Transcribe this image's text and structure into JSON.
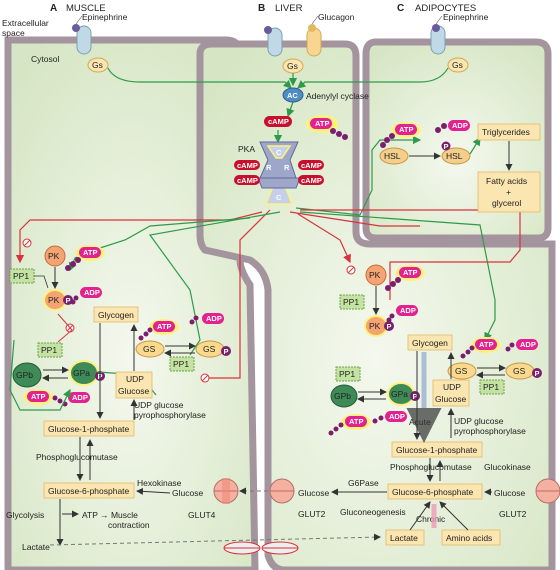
{
  "panels": [
    {
      "letter": "A",
      "title": "MUSCLE"
    },
    {
      "letter": "B",
      "title": "LIVER"
    },
    {
      "letter": "C",
      "title": "ADIPOCYTES"
    }
  ],
  "region_labels": {
    "extracellular": "Extracellular space",
    "extracellular_l1": "Extracellular",
    "extracellular_l2": "space",
    "cytosol": "Cytosol"
  },
  "hormones": {
    "epinephrine": "Epinephrine",
    "glucagon": "Glucagon"
  },
  "signaling": {
    "gs": "Gs",
    "ac": "AC",
    "adenylyl_cyclase": "Adenylyl cyclase",
    "camp": "cAMP",
    "atp": "ATP",
    "adp": "ADP",
    "pka": "PKA",
    "pka_c": "C",
    "pka_r": "R",
    "p": "P"
  },
  "enzymes": {
    "pk": "PK",
    "pp1": "PP1",
    "gs": "GS",
    "gpa": "GPa",
    "gpb": "GPb",
    "hsl": "HSL"
  },
  "adipocyte": {
    "triglycerides": "Triglycerides",
    "fatty_acids": "Fatty acids + glycerol",
    "fa_l1": "Fatty acids",
    "fa_l2": "+",
    "fa_l3": "glycerol"
  },
  "muscle": {
    "glycogen": "Glycogen",
    "udp_glucose_l1": "UDP",
    "udp_glucose_l2": "Glucose",
    "udp_pyro_l1": "UDP glucose",
    "udp_pyro_l2": "pyrophosphorylase",
    "g1p": "Glucose-1-phosphate",
    "phosphoglucomutase": "Phosphoglucomutase",
    "g6p": "Glucose-6-phosphate",
    "hexokinase": "Hexokinase",
    "glucose": "Glucose",
    "glycolysis": "Glycolysis",
    "atp_to_muscle_l1": "ATP → Muscle",
    "atp_to_muscle_l2": "contraction",
    "glut4": "GLUT4",
    "lactate": "Lactate"
  },
  "liver": {
    "glycogen": "Glycogen",
    "acute": "Acute",
    "udp_glucose_l1": "UDP",
    "udp_glucose_l2": "Glucose",
    "udp_pyro_l1": "UDP glucose",
    "udp_pyro_l2": "pyrophosphorylase",
    "g1p": "Glucose-1-phosphate",
    "phosphoglucomutase": "Phosphoglucomutase",
    "glucokinase": "Glucokinase",
    "g6p": "Glucose-6-phosphate",
    "g6pase": "G6Pase",
    "glucose_out": "Glucose",
    "glucose_in": "Glucose",
    "glut2_left": "GLUT2",
    "glut2_right": "GLUT2",
    "gluconeogenesis": "Gluconeogenesis",
    "chronic": "Chronic",
    "lactate": "Lactate",
    "amino_acids": "Amino acids"
  },
  "colors": {
    "membrane": "#a3949e",
    "cytosol": "#e4efd8",
    "activating_arrow": "#2e9b4a",
    "inhibitory_arrow": "#d8323c",
    "box_fill": "#fbe5b0",
    "atp_glow": "#fff27a",
    "atp_pill": "#e3218f",
    "phosphate": "#7b1e6e",
    "camp_pill": "#c8102e"
  }
}
